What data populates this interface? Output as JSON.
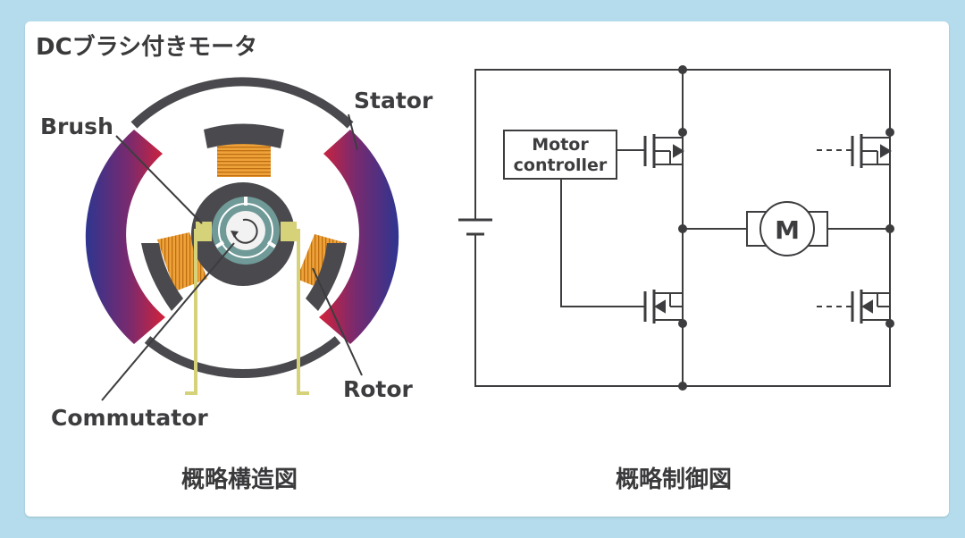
{
  "title": "DCブラシ付きモータ",
  "structure": {
    "caption": "概略構造図",
    "labels": {
      "stator": "Stator",
      "brush": "Brush",
      "commutator": "Commutator",
      "rotor": "Rotor"
    }
  },
  "control": {
    "caption": "概略制御図",
    "controller_line1": "Motor",
    "controller_line2": "controller",
    "motor_symbol": "M"
  },
  "colors": {
    "background": "#b5dcec",
    "stator_outer": "#2e3590",
    "stator_inner": "#c8223a",
    "coil": "#e6961e",
    "housing": "#4a4a4e",
    "commutator": "#6f9a97",
    "brush_lead": "#d6d27a",
    "wire": "#3d3d40"
  }
}
